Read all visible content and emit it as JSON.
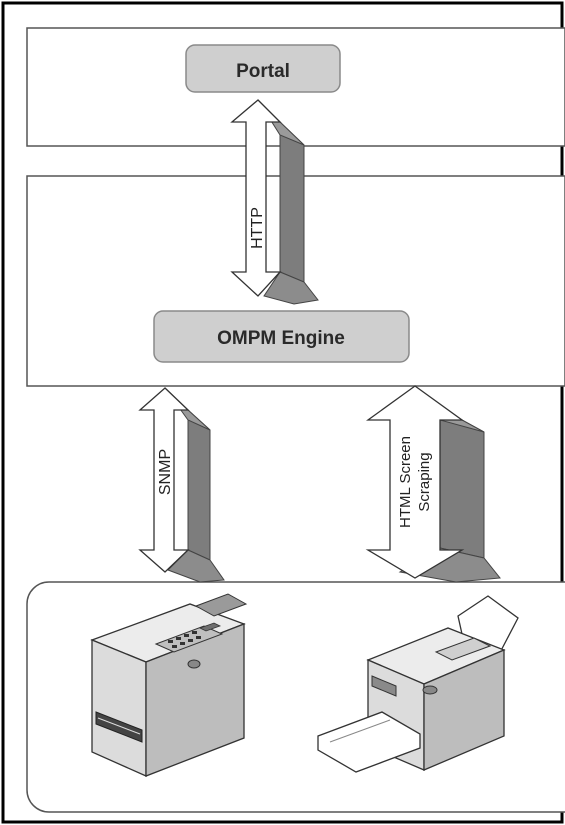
{
  "labels": {
    "portal": "Portal",
    "engine": "OMPM Engine",
    "http": "HTTP",
    "snmp": "SNMP",
    "html_line1": "HTML Screen",
    "html_line2": "Scraping"
  },
  "icons": {
    "left_device": "fax-printer-icon",
    "right_device": "printer-icon"
  },
  "colors": {
    "box_fill": "#cfcfcf",
    "box_stroke": "#888888",
    "arrow_shadow": "#7d7d7d",
    "arrow_face": "#ffffff",
    "panel_stroke": "#555555"
  }
}
